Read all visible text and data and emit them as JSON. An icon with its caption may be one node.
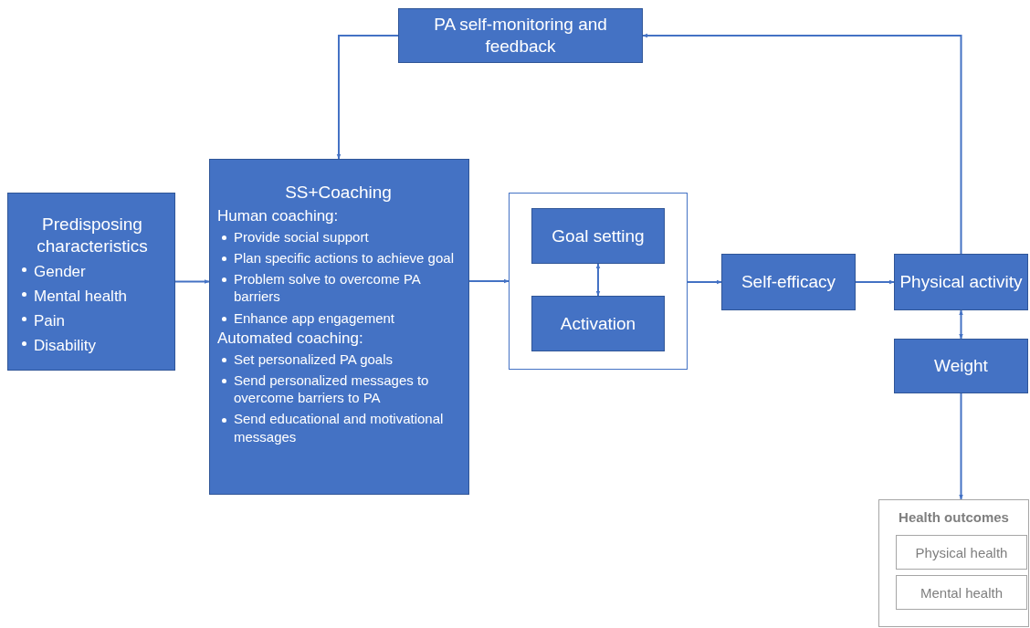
{
  "diagram": {
    "nodes": [
      {
        "text": [
          "PA self-monitoring and feedback"
        ]
      },
      {
        "text": [
          "Predisposing characteristics",
          "Gender",
          "Mental health",
          "Pain",
          "Disability"
        ]
      },
      {
        "text": [
          "SS+Coaching",
          "Human coaching:",
          "Provide social support",
          "Plan specific actions to achieve goal",
          "Problem solve to overcome PA barriers",
          "Enhance app engagement",
          "Automated coaching:",
          "Set personalized PA goals",
          "Send personalized messages to overcome barriers to PA",
          "Send educational and motivational messages"
        ]
      },
      {
        "text": [],
        "shape": "box"
      },
      {
        "text": [
          "Goal setting"
        ],
        "in": 3
      },
      {
        "text": [
          "Activation"
        ],
        "in": 3
      },
      {
        "text": [
          "Self-efficacy"
        ]
      },
      {
        "text": [
          "Physical activity"
        ]
      },
      {
        "text": [
          "Weight"
        ]
      },
      {
        "text": [
          "Health outcomes"
        ]
      },
      {
        "text": [
          "Physical health"
        ],
        "in": 9
      },
      {
        "text": [
          "Mental health"
        ],
        "in": 9
      }
    ],
    "edges": [
      {
        "from": 1,
        "to": 2,
        "arrow": "to"
      },
      {
        "from": 2,
        "to": 3,
        "arrow": "to"
      },
      {
        "from": 4,
        "to": 5,
        "arrow": "both"
      },
      {
        "from": 3,
        "to": 6,
        "arrow": "to"
      },
      {
        "from": 6,
        "to": 7,
        "arrow": "to"
      },
      {
        "from": 7,
        "to": 8,
        "arrow": "both"
      },
      {
        "from": 8,
        "to": 9,
        "arrow": "to"
      },
      {
        "from": 7,
        "to": 0,
        "arrow": "to"
      },
      {
        "from": 0,
        "to": 2,
        "arrow": "to"
      }
    ]
  }
}
